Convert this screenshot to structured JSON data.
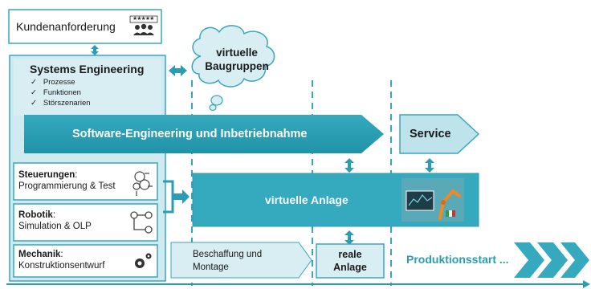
{
  "customer_requirement": {
    "label": "Kundenanforderung"
  },
  "systems_engineering": {
    "title": "Systems Engineering",
    "items": [
      "Prozesse",
      "Funktionen",
      "Störszenarien"
    ]
  },
  "virtual_assemblies": {
    "line1": "virtuelle",
    "line2": "Baugruppen"
  },
  "software_engineering": {
    "label": "Software-Engineering und Inbetriebnahme"
  },
  "service": {
    "label": "Service"
  },
  "controls": {
    "title": "Steuerungen",
    "subtitle": "Programmierung & Test"
  },
  "robotics": {
    "title": "Robotik",
    "subtitle": "Simulation & OLP"
  },
  "mechanics": {
    "title": "Mechanik",
    "subtitle": "Konstruktionsentwurf"
  },
  "virtual_plant": {
    "label": "virtuelle Anlage"
  },
  "procurement": {
    "line1": "Beschaffung und",
    "line2": "Montage"
  },
  "real_plant": {
    "line1": "reale",
    "line2": "Anlage"
  },
  "production_start": {
    "label": "Produktionsstart ..."
  },
  "colors": {
    "teal_dark": "#2a9db3",
    "teal_mid": "#4fb6c8",
    "teal_light": "#bfe3ea",
    "teal_pale": "#d9eef3",
    "border": "#3aa6bb"
  },
  "rating_stars": "★★★★★"
}
